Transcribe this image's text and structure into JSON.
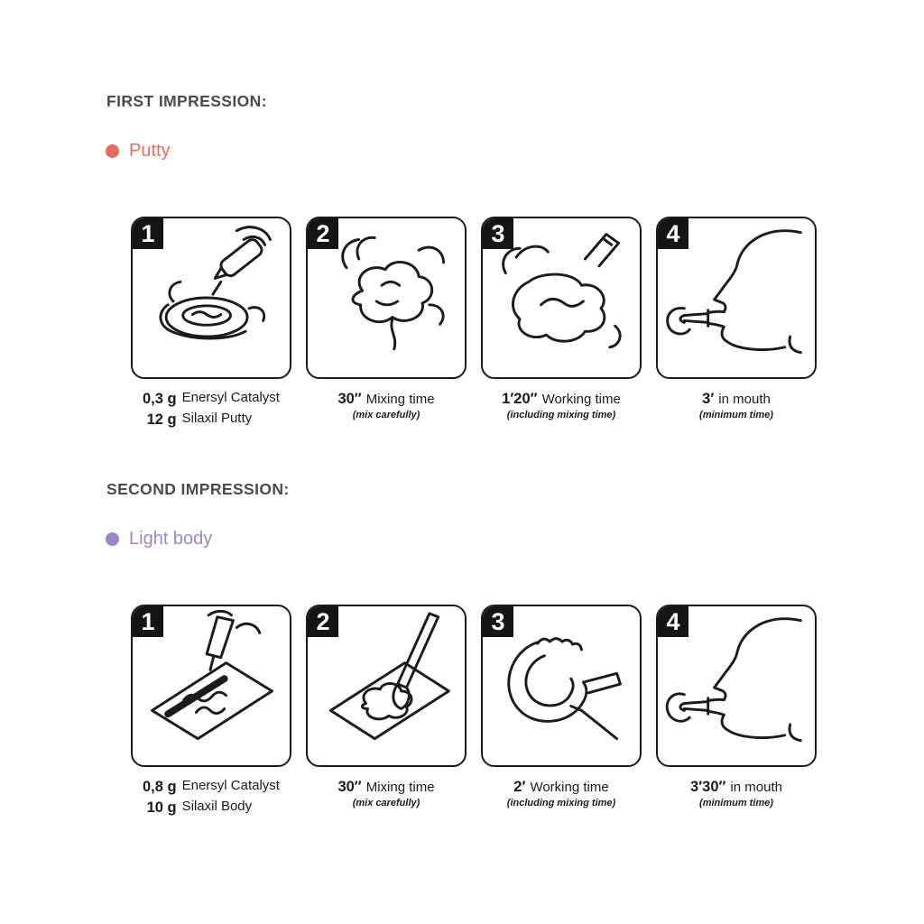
{
  "page": {
    "background": "#ffffff"
  },
  "sections": [
    {
      "heading": "FIRST IMPRESSION:",
      "material": {
        "label": "Putty",
        "color": "#e9695c"
      },
      "steps": [
        {
          "number": "1",
          "illustration": "dispense-catalyst-on-putty",
          "lines": [
            {
              "value": "0,3 g",
              "label": "Enersyl Catalyst"
            },
            {
              "value": "12 g",
              "label": "Silaxil Putty"
            }
          ],
          "note": ""
        },
        {
          "number": "2",
          "illustration": "knead-putty-by-hand",
          "lines": [
            {
              "value": "30″",
              "label": "Mixing time"
            }
          ],
          "note": "(mix carefully)"
        },
        {
          "number": "3",
          "illustration": "place-putty-in-tray",
          "lines": [
            {
              "value": "1′20″",
              "label": "Working time"
            }
          ],
          "note": "(including mixing time)"
        },
        {
          "number": "4",
          "illustration": "tray-in-mouth",
          "lines": [
            {
              "value": "3′",
              "label": "in mouth"
            }
          ],
          "note": "(minimum time)"
        }
      ]
    },
    {
      "heading": "SECOND IMPRESSION:",
      "material": {
        "label": "Light body",
        "color": "#9c84cb"
      },
      "steps": [
        {
          "number": "1",
          "illustration": "dispense-catalyst-on-pad",
          "lines": [
            {
              "value": "0,8 g",
              "label": "Enersyl Catalyst"
            },
            {
              "value": "10 g",
              "label": "Silaxil Body"
            }
          ],
          "note": ""
        },
        {
          "number": "2",
          "illustration": "mix-with-spatula",
          "lines": [
            {
              "value": "30″",
              "label": "Mixing time"
            }
          ],
          "note": "(mix carefully)"
        },
        {
          "number": "3",
          "illustration": "load-tray-light-body",
          "lines": [
            {
              "value": "2′",
              "label": "Working time"
            }
          ],
          "note": "(including mixing time)"
        },
        {
          "number": "4",
          "illustration": "tray-in-mouth",
          "lines": [
            {
              "value": "3′30″",
              "label": "in mouth"
            }
          ],
          "note": "(minimum time)"
        }
      ]
    }
  ]
}
